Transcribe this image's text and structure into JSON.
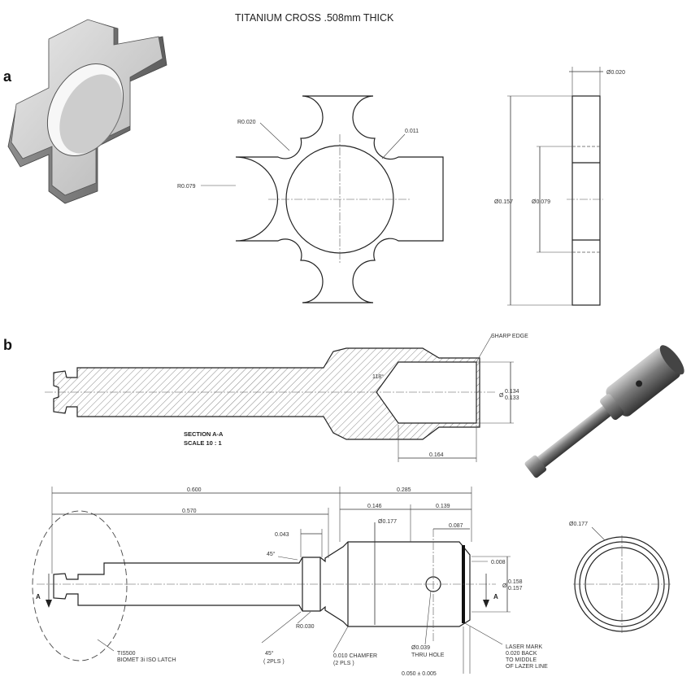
{
  "panel_a": {
    "label": "a",
    "title": "TITANIUM CROSS  .508mm THICK",
    "dims": {
      "r_small": "R0.020",
      "r_large": "R0.079",
      "gap": "0.011",
      "thickness": "Ø0.020",
      "outer_dia": "Ø0.157",
      "inner_dia": "Ø0.079"
    }
  },
  "panel_b": {
    "label": "b",
    "section_title": "SECTION A-A",
    "section_scale": "SCALE 10 : 1",
    "sharp_edge": "SHARP EDGE",
    "angle_118": "118°",
    "bore_dia_upper": "0.134",
    "bore_dia_lower": "0.133",
    "bore_dia_prefix": "Ø",
    "bore_depth": "0.164",
    "dims": {
      "d600": "0.600",
      "d285": "0.285",
      "d570": "0.570",
      "d146": "0.146",
      "d139": "0.139",
      "d177": "Ø0.177",
      "d087": "0.087",
      "d043": "0.043",
      "angle45": "45°",
      "d008": "0.008",
      "d158": "0.158",
      "d157": "0.157",
      "d158_prefix": "Ø",
      "r030": "R0.030",
      "angle45b": "45°",
      "two_pls": "( 2PLS )",
      "chamfer1": "0.010 CHAMFER",
      "chamfer2": "(2 PLS )",
      "hole1": "Ø0.039",
      "hole2": "THRU HOLE",
      "laser1": "LASER MARK",
      "laser2": "0.020 BACK",
      "laser3": "TO MIDDLE",
      "laser4": "OF LAZER LINE",
      "tol": "0.050 ± 0.005",
      "latch1": "TIS500",
      "latch2": "BIOMET 3i ISO LATCH",
      "end_dia": "Ø0.177",
      "sec_a": "A"
    }
  }
}
